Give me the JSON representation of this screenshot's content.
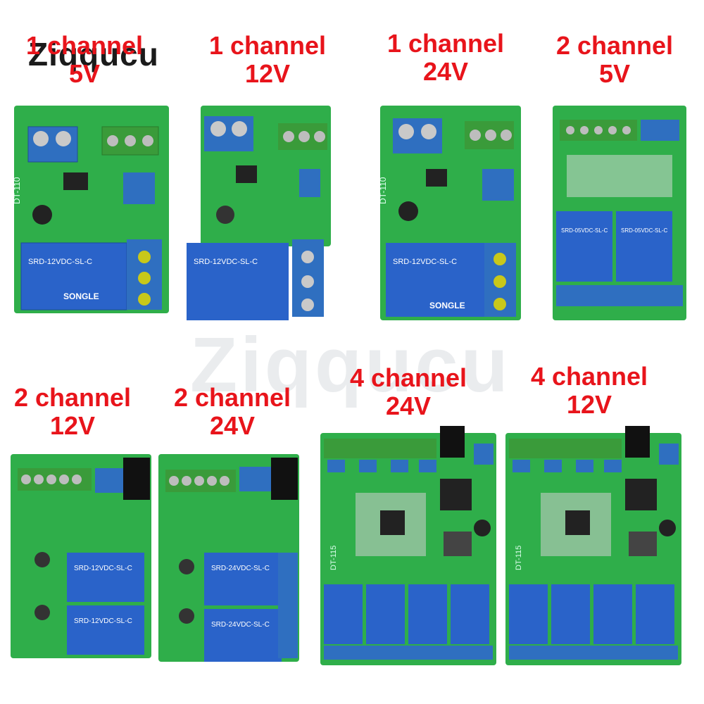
{
  "brand": {
    "name": "Ziqqucu",
    "watermark": "Ziqqucu"
  },
  "colors": {
    "label": "#e8141b",
    "pcb": "#2fae4a",
    "relay": "#2a63c9",
    "terminal_blue": "#2f6fc0",
    "terminal_green": "#3a9b3a"
  },
  "products": [
    {
      "line1": "1 channel",
      "line2": "5V"
    },
    {
      "line1": "1 channel",
      "line2": "12V"
    },
    {
      "line1": "1 channel",
      "line2": "24V"
    },
    {
      "line1": "2 channel",
      "line2": "5V"
    },
    {
      "line1": "2 channel",
      "line2": "12V"
    },
    {
      "line1": "2 channel",
      "line2": "24V"
    },
    {
      "line1": "4 channel",
      "line2": "24V"
    },
    {
      "line1": "4 channel",
      "line2": "12V"
    }
  ],
  "relay_text": {
    "single": "SRD-12VDC-SL-C",
    "five": "SRD-05VDC-SL-C",
    "twentyfour": "SRD-24VDC-SL-C"
  },
  "board_marks": {
    "dt110": "DT-110",
    "dt115": "DT-115",
    "brand_relay": "SONGLE"
  }
}
